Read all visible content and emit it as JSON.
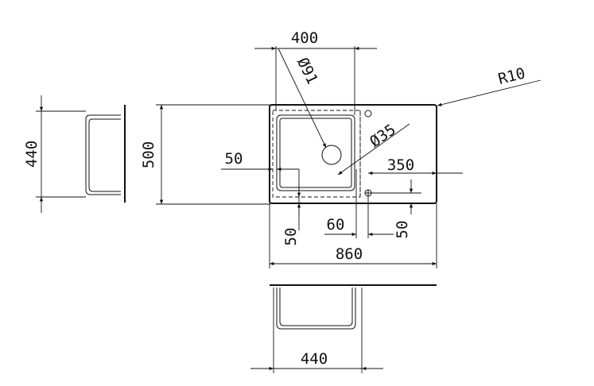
{
  "labels": {
    "width_top": "400",
    "hole_large": "Ø91",
    "radius": "R10",
    "depth_left": "440",
    "height_left": "500",
    "hole_small": "Ø35",
    "offset_left": "50",
    "offset_right": "350",
    "offset_bottom_left": "50",
    "spacing": "60",
    "offset_bottom_right": "50",
    "total_width": "860",
    "bowl_width": "440"
  }
}
